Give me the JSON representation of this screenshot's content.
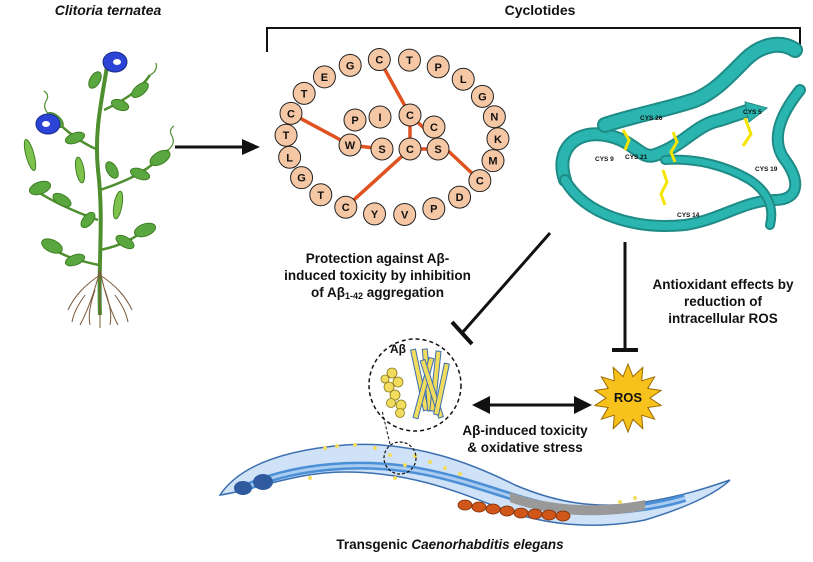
{
  "plant": {
    "name": "Clitoria ternatea"
  },
  "cyclotides": {
    "title": "Cyclotides",
    "ring_residues": [
      "E",
      "G",
      "C",
      "T",
      "P",
      "L",
      "G",
      "N",
      "K",
      "M",
      "C",
      "D",
      "P",
      "V",
      "Y",
      "C",
      "T",
      "G",
      "L",
      "T",
      "C",
      "T"
    ],
    "inner_residues": [
      "P",
      "I",
      "C",
      "W",
      "S",
      "C",
      "S",
      "C"
    ],
    "disulfide_labels": [
      "CYS 26",
      "CYS 5",
      "CYS 9",
      "CYS 21",
      "CYS 19",
      "CYS 14"
    ]
  },
  "pathways": {
    "protection": {
      "line1": "Protection against Aβ-",
      "line2": "induced toxicity by inhibition",
      "line3_prefix": "of Aβ",
      "line3_sub": "1-42",
      "line3_suffix": " aggregation"
    },
    "antioxidant": {
      "line1": "Antioxidant effects by",
      "line2": "reduction of",
      "line3": "intracellular ROS"
    }
  },
  "abeta_label": "Aβ",
  "ros_label": "ROS",
  "toxicity": {
    "line1": "Aβ-induced toxicity",
    "line2": "& oxidative stress"
  },
  "worm": {
    "prefix": "Transgenic ",
    "species": "Caenorhabditis elegans"
  },
  "colors": {
    "residue_fill": "#f6c7a4",
    "residue_stroke": "#222222",
    "bond": "#e0521f",
    "protein": "#2bb5b0",
    "disulfide": "#f5e400",
    "ros": "#f7c21b",
    "abeta": "#f2dc5d",
    "leaf": "#5aa73f",
    "flower": "#2c44d6",
    "worm_body": "#cfe2f7",
    "worm_gut": "#4b8fd6",
    "egg": "#d1561a"
  }
}
